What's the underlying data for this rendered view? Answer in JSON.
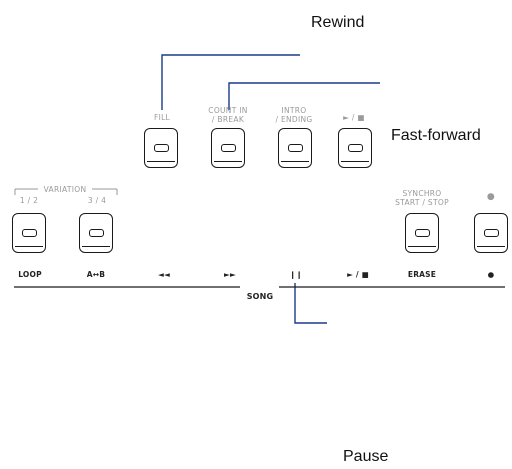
{
  "callouts": {
    "rewind": "Rewind",
    "fast_forward": "Fast-forward",
    "pause": "Pause"
  },
  "top_row": {
    "fill": "FILL",
    "count_in_1": "COUNT IN",
    "count_in_2": "/ BREAK",
    "intro_1": "INTRO",
    "intro_2": "/ ENDING",
    "play_stop": "► / ■"
  },
  "bottom_row": {
    "variation": "VARIATION",
    "var_12": "1 / 2",
    "var_34": "3 / 4",
    "synchro_1": "SYNCHRO",
    "synchro_2": "START / STOP",
    "rec_top": "●",
    "labels": [
      "LOOP",
      "A↔B",
      "◄◄",
      "►►",
      "❙❙",
      "► / ■",
      "ERASE",
      "●"
    ],
    "song": "SONG"
  },
  "colors": {
    "line": "#1a3a8a",
    "panel_text": "#9a9a9a",
    "ink": "#1a1a1a"
  }
}
